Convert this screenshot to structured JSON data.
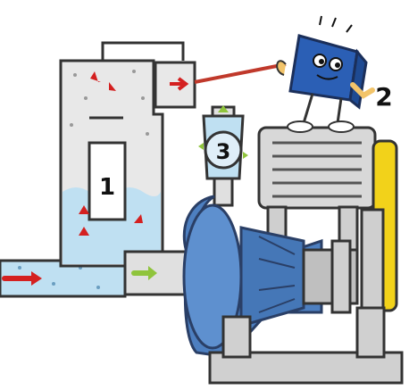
{
  "labels": {
    "tank": "1",
    "character": "2",
    "valve": "3"
  },
  "icons": {
    "tank": "tank-icon",
    "pump": "centrifugal-pump-icon",
    "motor": "electric-motor-icon",
    "valve": "valve-icon",
    "character": "book-character-icon"
  },
  "colors": {
    "water": "#bfe0f2",
    "pump_blue": "#4d7fc0",
    "motor_yellow": "#f2d21a",
    "tank_fill": "#e8e8e8",
    "arrow_red": "#d42020",
    "arrow_green": "#8fc43c",
    "book_blue": "#2b5fb5",
    "pipe_red": "#c0392b"
  }
}
